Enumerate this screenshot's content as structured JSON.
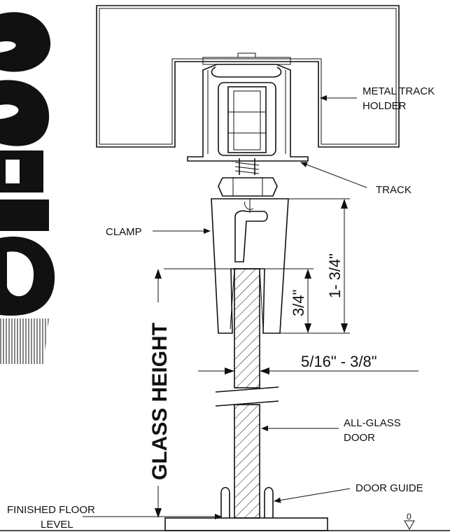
{
  "labels": {
    "metal_track_holder_1": "METAL TRACK",
    "metal_track_holder_2": "HOLDER",
    "track": "TRACK",
    "clamp": "CLAMP",
    "all_glass_door_1": "ALL-GLASS",
    "all_glass_door_2": "DOOR",
    "door_guide": "DOOR GUIDE",
    "finished_floor_1": "FINISHED FLOOR",
    "finished_floor_2": "LEVEL",
    "floor_level_value": "0"
  },
  "dimensions": {
    "clamp_height": "1- 3/4\"",
    "glass_insertion": "3/4\"",
    "glass_thickness": "5/16\" - 3/8\"",
    "glass_height": "GLASS HEIGHT"
  },
  "logo": {
    "text": "eclisse"
  },
  "colors": {
    "line": "#111111",
    "background": "#ffffff"
  }
}
